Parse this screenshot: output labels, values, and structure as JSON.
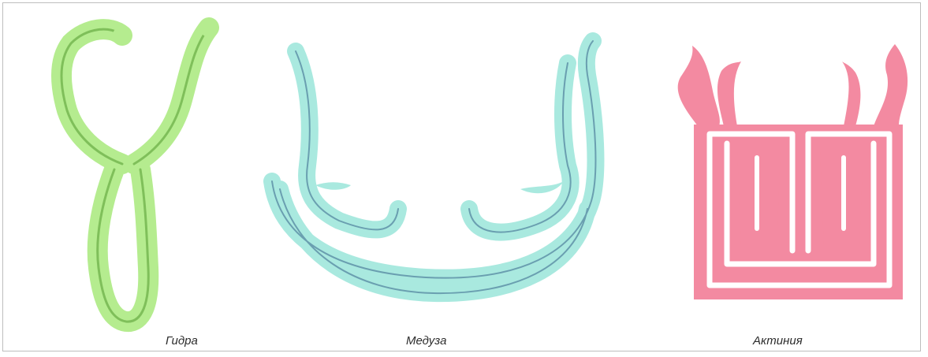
{
  "figure": {
    "organisms": [
      {
        "key": "hydra",
        "label": "Гидра",
        "color": "#b5ec8f",
        "line_color": "#7fbf5a"
      },
      {
        "key": "medusa",
        "label": "Медуза",
        "color": "#a9e9df",
        "line_color": "#6a9fb0"
      },
      {
        "key": "actinia",
        "label": "Актиния",
        "color": "#f38aa1",
        "line_color": "#ffffff"
      }
    ]
  }
}
